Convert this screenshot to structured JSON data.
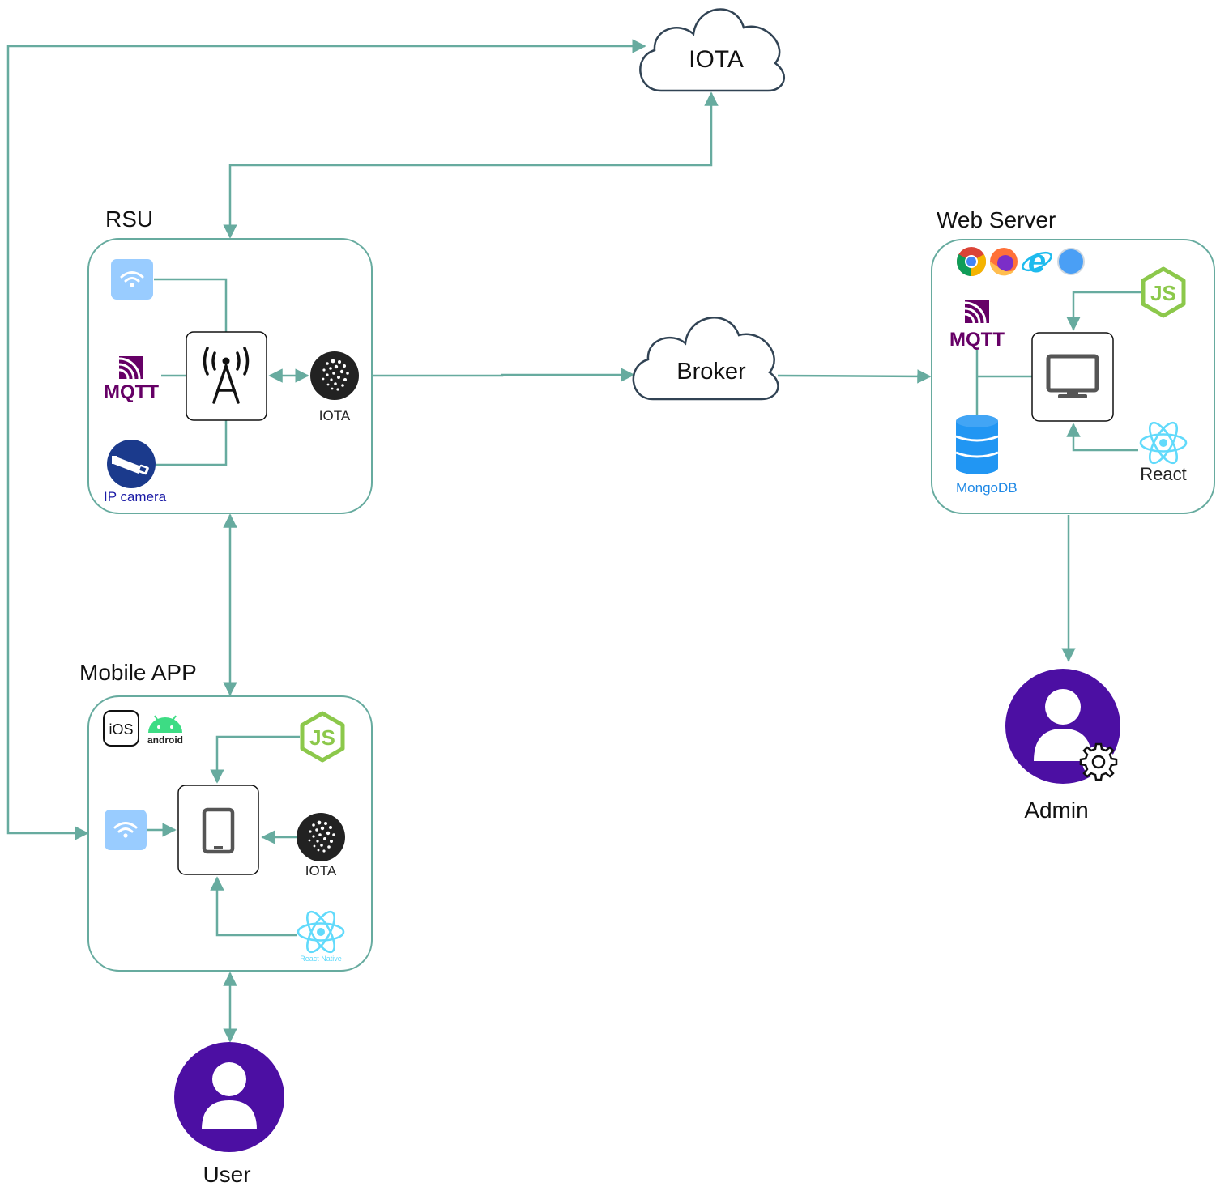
{
  "labels": {
    "iota_cloud": "IOTA",
    "broker_cloud": "Broker",
    "rsu": "RSU",
    "web_server": "Web Server",
    "mobile_app": "Mobile APP",
    "rsu_iota": "IOTA",
    "ip_camera": "IP camera",
    "mongodb": "MongoDB",
    "react": "React",
    "mobile_iota": "IOTA",
    "react_native": "React Native",
    "admin": "Admin",
    "user": "User",
    "mqtt_rsu": "MQTT",
    "mqtt_web": "MQTT",
    "ios": "iOS",
    "android": "android",
    "js_web": "JS",
    "js_mobile": "JS"
  },
  "colors": {
    "connector": "#67AB9F",
    "container_border": "#67AB9F",
    "mqtt": "#660066",
    "wifi_bg": "#99CCFF",
    "camera_bg": "#1B3A8C",
    "iota_bg": "#222222",
    "mongodb": "#2196F3",
    "react": "#61DAFB",
    "node": "#8CC84B",
    "android": "#3DDC84",
    "person": "#4C0FA3",
    "ip_camera_text": "#1A1AA6",
    "mongodb_text": "#1E88E5"
  },
  "icons": {
    "rsu_wifi": "wifi-icon",
    "rsu_mqtt": "mqtt-logo-icon",
    "rsu_tower": "antenna-tower-icon",
    "rsu_iota": "iota-logo-icon",
    "rsu_camera": "ip-camera-icon",
    "web_browsers": [
      "chrome-icon",
      "firefox-icon",
      "internet-explorer-icon",
      "safari-icon"
    ],
    "web_node": "nodejs-icon",
    "web_mqtt": "mqtt-logo-icon",
    "web_monitor": "monitor-icon",
    "web_db": "database-icon",
    "web_react": "react-icon",
    "mobile_ios": "ios-icon",
    "mobile_android": "android-icon",
    "mobile_node": "nodejs-icon",
    "mobile_wifi": "wifi-icon",
    "mobile_device": "tablet-icon",
    "mobile_iota": "iota-logo-icon",
    "mobile_react_native": "react-native-icon",
    "admin": "admin-user-icon",
    "user": "user-icon"
  }
}
